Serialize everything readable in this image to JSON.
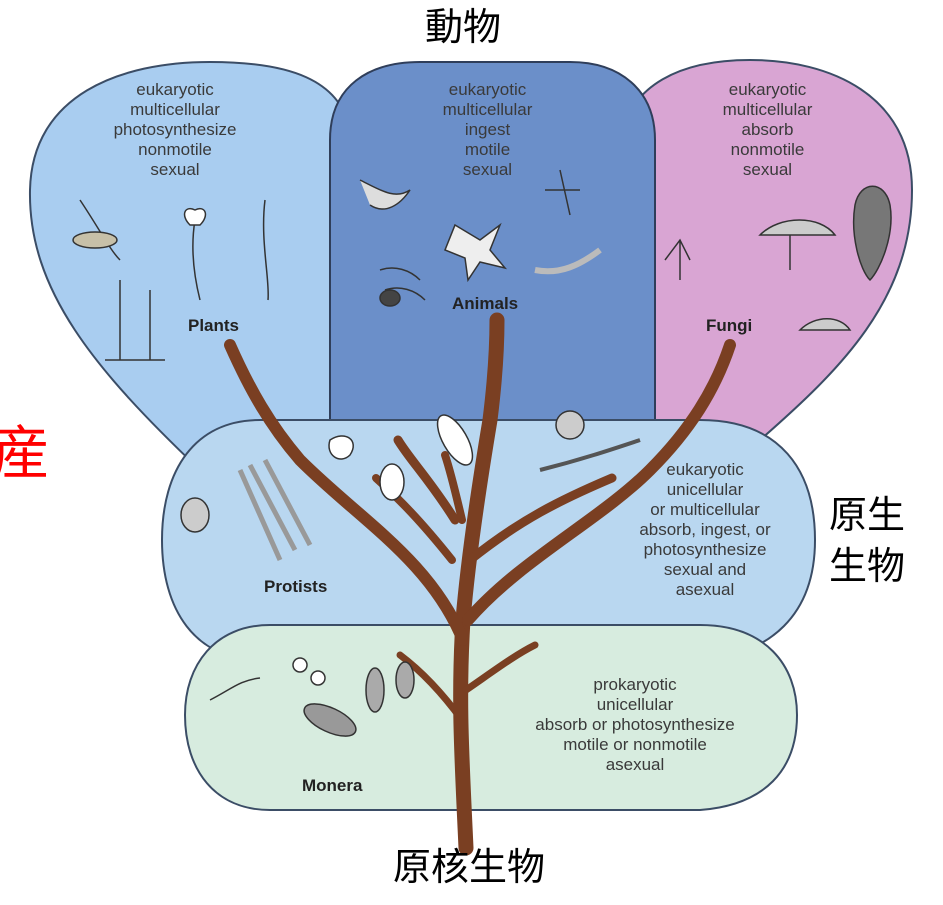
{
  "labels": {
    "top": "動物",
    "right_line1": "原生",
    "right_line2": "生物",
    "bottom": "原核生物",
    "left_partial": "産"
  },
  "kingdoms": {
    "plants": {
      "name": "Plants",
      "traits": [
        "eukaryotic",
        "multicellular",
        "photosynthesize",
        "nonmotile",
        "sexual"
      ]
    },
    "animals": {
      "name": "Animals",
      "traits": [
        "eukaryotic",
        "multicellular",
        "ingest",
        "motile",
        "sexual"
      ]
    },
    "fungi": {
      "name": "Fungi",
      "traits": [
        "eukaryotic",
        "multicellular",
        "absorb",
        "nonmotile",
        "sexual"
      ]
    },
    "protists": {
      "name": "Protists",
      "traits": [
        "eukaryotic",
        "unicellular",
        "or multicellular",
        "absorb, ingest, or",
        "photosynthesize",
        "sexual and",
        "asexual"
      ]
    },
    "monera": {
      "name": "Monera",
      "traits": [
        "prokaryotic",
        "unicellular",
        "absorb or photosynthesize",
        "motile or nonmotile",
        "asexual"
      ]
    }
  },
  "colors": {
    "plants": "#a9cdf0",
    "animals": "#6b8fc9",
    "fungi": "#d9a5d3",
    "protists": "#b9d7f0",
    "monera": "#d7ecdf",
    "tree": "#7a3f22",
    "red_text": "#ff0000"
  }
}
